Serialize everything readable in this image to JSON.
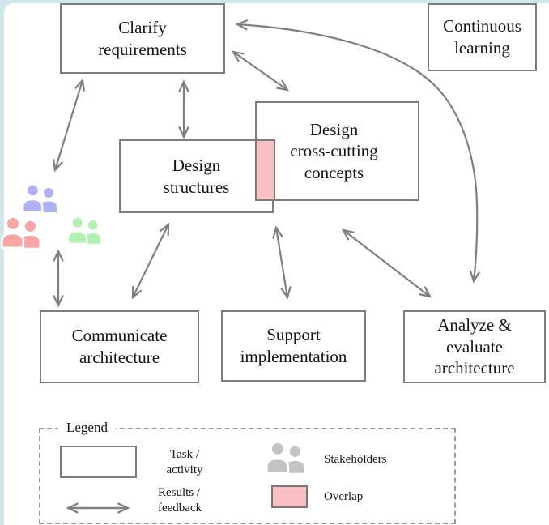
{
  "diagram": {
    "nodes": {
      "clarify": {
        "label": "Clarify\nrequirements"
      },
      "continuous": {
        "label": "Continuous\nlearning"
      },
      "structures": {
        "label": "Design\nstructures"
      },
      "crosscutting": {
        "label": "Design\ncross-cutting\nconcepts"
      },
      "communicate": {
        "label": "Communicate\narchitecture"
      },
      "support": {
        "label": "Support\nimplementation"
      },
      "analyze": {
        "label": "Analyze &\nevaluate\narchitecture"
      }
    },
    "stakeholder_groups": [
      "blue",
      "red",
      "green"
    ],
    "edges": [
      {
        "from": "stakeholders",
        "to": "clarify-requirements",
        "type": "results-feedback",
        "shape": "straight"
      },
      {
        "from": "clarify-requirements",
        "to": "design-structures",
        "type": "results-feedback",
        "shape": "straight"
      },
      {
        "from": "clarify-requirements",
        "to": "design-cross-cutting-concepts",
        "type": "results-feedback",
        "shape": "straight"
      },
      {
        "from": "clarify-requirements",
        "to": "analyze-evaluate-architecture",
        "type": "results-feedback",
        "shape": "curved"
      },
      {
        "from": "design-structures",
        "to": "communicate-architecture",
        "type": "results-feedback",
        "shape": "straight"
      },
      {
        "from": "design-structures",
        "to": "support-implementation",
        "type": "results-feedback",
        "shape": "straight"
      },
      {
        "from": "design-cross-cutting-concepts",
        "to": "analyze-evaluate-architecture",
        "type": "results-feedback",
        "shape": "straight"
      },
      {
        "from": "stakeholders",
        "to": "communicate-architecture",
        "type": "results-feedback",
        "shape": "straight"
      }
    ],
    "overlap": {
      "between": [
        "design-structures",
        "design-cross-cutting-concepts"
      ]
    }
  },
  "legend": {
    "title": "Legend",
    "task_label": "Task /\nactivity",
    "results_label": "Results /\nfeedback",
    "stakeholders_label": "Stakeholders",
    "overlap_label": "Overlap"
  },
  "colors": {
    "arrow": "#7f7f7f",
    "box_border": "#7d7d7d",
    "overlap_fill": "#f9c0c3",
    "stakeholder_blue": "#afb1f1",
    "stakeholder_red": "#f7a5a5",
    "stakeholder_green": "#b3f0b3",
    "stakeholder_gray": "#c3c3c3",
    "frame": "#d2e5e9"
  }
}
